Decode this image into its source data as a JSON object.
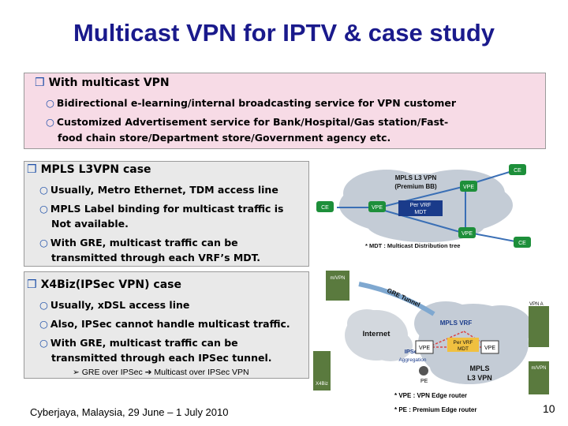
{
  "title": "Multicast VPN for IPTV & case study",
  "section1": {
    "heading": "With multicast VPN",
    "items": [
      "Bidirectional e-learning/internal broadcasting service for VPN customer",
      "Customized Advertisement service for Bank/Hospital/Gas station/Fast-",
      "food chain store/Department store/Government agency etc."
    ]
  },
  "section2": {
    "heading": "MPLS L3VPN case",
    "items": [
      "Usually, Metro Ethernet, TDM access line",
      "MPLS Label binding for multicast traffic is",
      "Not available.",
      "With GRE, multicast traffic can be",
      "transmitted through each VRF’s MDT."
    ]
  },
  "section3": {
    "heading": "X4Biz(IPSec VPN) case",
    "items": [
      "Usually, xDSL access line",
      "Also, IPSec cannot handle multicast traffic.",
      "With GRE, multicast traffic can be",
      "transmitted through each IPSec tunnel."
    ],
    "sub_left": "GRE over IPSec",
    "sub_right": "Multicast over IPSec VPN"
  },
  "diagram1": {
    "cloud_label_1": "MPLS L3 VPN",
    "cloud_label_2": "(Premium BB)",
    "vpe": "VPE",
    "ce": "CE",
    "vrf_1": "Per VRF",
    "vrf_2": "MDT",
    "note": "* MDT : Multicast Distribution tree"
  },
  "diagram2": {
    "internet": "Internet",
    "gre_tunnel": "GRE Tunnel",
    "ipsec": "IPSec",
    "aggregation": "Aggregation",
    "mpls_vrf": "MPLS VRF",
    "per_vrf_1": "Per VRF",
    "per_vrf_2": "MDT",
    "vpe": "VPE",
    "pe": "PE",
    "l3vpn_1": "MPLS",
    "l3vpn_2": "L3 VPN",
    "vpn_a": "VPN A",
    "site_top": "m/VPN",
    "site_left": "X4Biz",
    "note_vpe": "* VPE : VPN Edge router",
    "note_pe": "* PE : Premium Edge router"
  },
  "footer": "Cyberjaya, Malaysia, 29 June – 1 July 2010",
  "page_number": "10",
  "colors": {
    "title": "#1a1a8c",
    "bullet": "#1d4fa8",
    "pink_box": "#f7dbe6",
    "gray_box": "#e9e9e9",
    "router": "#1d8f3a",
    "cloud": "#c4ccd6"
  }
}
